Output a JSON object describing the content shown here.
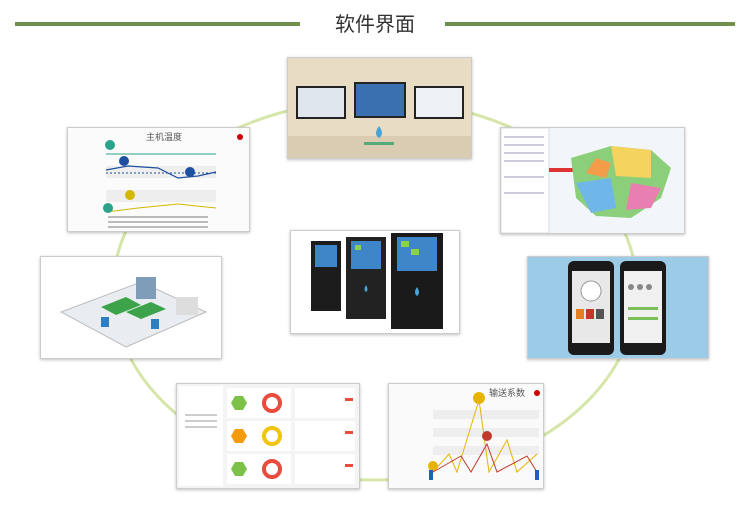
{
  "header": {
    "title": "软件界面"
  },
  "colors": {
    "accent_line": "#6f8f4a",
    "ring": "#d6e6a8"
  },
  "panels": {
    "temperature_chart": {
      "title": "主机温度"
    },
    "conveyor_chart": {
      "title": "输送系数"
    }
  }
}
